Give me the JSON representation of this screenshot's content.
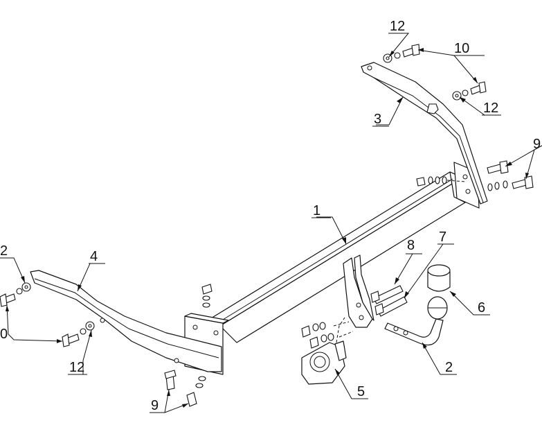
{
  "labels": {
    "frame": "1",
    "ball": "2",
    "bracket_right": "3",
    "bracket_left": "4",
    "socket_plate": "5",
    "ball_cover": "6",
    "bolt_7": "7",
    "bolt_8": "8",
    "bolts_9_right": "9",
    "bolts_9_left": "9",
    "bolts_10_right": "10",
    "bolts_10_left": "0",
    "washer_12_top": "12",
    "washer_12_mid": "12",
    "washer_12_left_top": "2",
    "washer_12_left_bottom": "12"
  },
  "colors": {
    "line": "#111111",
    "background": "#ffffff"
  }
}
